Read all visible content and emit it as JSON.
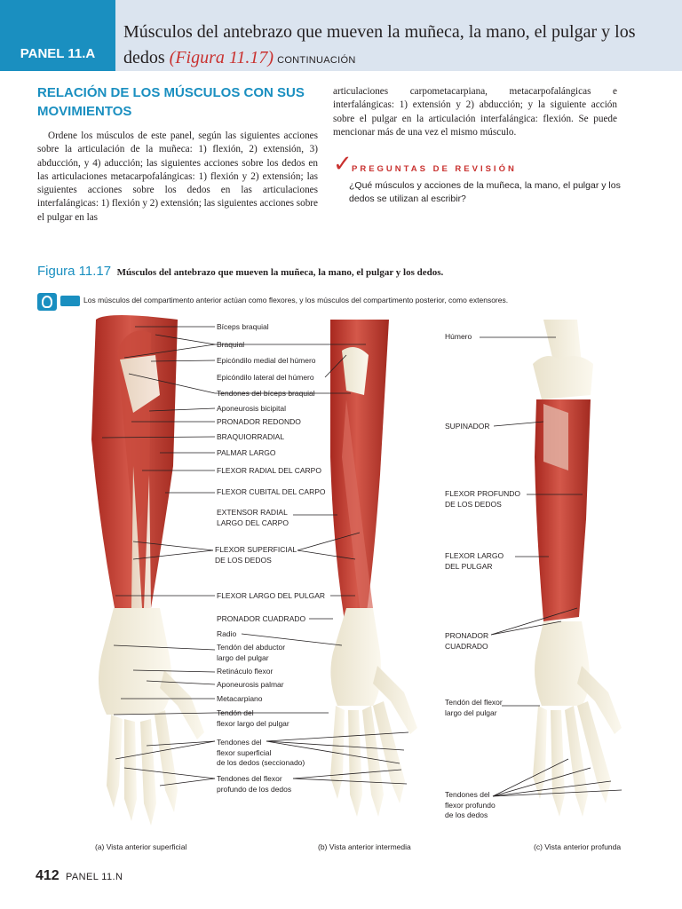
{
  "header": {
    "panel_label": "PANEL 11.A",
    "title_main": "Músculos del antebrazo que mueven la muñeca, la mano, el pulgar y los dedos",
    "title_fig_ref": "(Figura 11.17)",
    "title_continuation": "CONTINUACIÓN"
  },
  "section": {
    "heading": "RELACIÓN DE LOS MÚSCULOS CON SUS MOVIMIENTOS",
    "paragraph_left": "Ordene los músculos de este panel, según las siguientes acciones sobre la articulación de la muñeca: 1) flexión, 2) extensión, 3) abducción, y 4) aducción; las siguientes acciones sobre los dedos en las articulaciones metacarpofalángicas: 1) flexión y 2) extensión; las siguientes acciones sobre los dedos en las articulaciones interfalángicas: 1) flexión y 2) extensión; las siguientes acciones sobre el pulgar en las",
    "paragraph_right": "articulaciones carpometacarpiana, metacarpofalángicas e interfalángicas: 1) extensión y 2) abducción; y la siguiente acción sobre el pulgar en la articulación interfalángica: flexión. Se puede mencionar más de una vez el mismo músculo."
  },
  "review": {
    "check_glyph": "✓",
    "heading": "PREGUNTAS DE REVISIÓN",
    "question": "¿Qué músculos y acciones de la muñeca, la mano, el pulgar y los dedos se utilizan al escribir?"
  },
  "figure": {
    "number": "Figura 11.17",
    "caption": "Músculos del antebrazo que mueven la muñeca, la mano, el pulgar y los dedos.",
    "icon_name": "anatomy-overview-icon",
    "note": "Los músculos del compartimento anterior actúan como flexores, y los músculos del compartimento posterior, como extensores.",
    "labels_a": [
      "Bíceps braquial",
      "Braquial",
      "Epicóndilo medial del húmero",
      "Epicóndilo lateral del húmero",
      "Tendones del bíceps braquial",
      "Aponeurosis bicipital",
      "PRONADOR REDONDO",
      "BRAQUIORRADIAL",
      "PALMAR LARGO",
      "FLEXOR RADIAL DEL CARPO",
      "FLEXOR CUBITAL DEL CARPO",
      "EXTENSOR RADIAL\nLARGO DEL CARPO",
      "FLEXOR SUPERFICIAL\nDE LOS DEDOS",
      "FLEXOR LARGO DEL PULGAR",
      "PRONADOR CUADRADO",
      "Radio",
      "Tendón del abductor\nlargo del pulgar",
      "Retináculo flexor",
      "Aponeurosis palmar",
      "Metacarpiano",
      "Tendón del\nflexor largo del pulgar",
      "Tendones del\nflexor superficial\nde los dedos (seccionado)",
      "Tendones del flexor\nprofundo de los dedos"
    ],
    "labels_c": [
      "Húmero",
      "SUPINADOR",
      "FLEXOR PROFUNDO\nDE LOS DEDOS",
      "FLEXOR LARGO\nDEL PULGAR",
      "PRONADOR\nCUADRADO",
      "Tendón del flexor\nlargo del pulgar",
      "Tendones del\nflexor profundo\nde los dedos"
    ],
    "captions": [
      "(a) Vista anterior superficial",
      "(b) Vista anterior intermedia",
      "(c) Vista anterior profunda"
    ]
  },
  "footer": {
    "page_number": "412",
    "panel_ref": "PANEL 11.N"
  },
  "colors": {
    "accent_blue": "#1a8fc0",
    "header_bg": "#dbe4ef",
    "accent_red": "#c9312f",
    "muscle": "#c23a2e",
    "bone": "#ece8d8"
  }
}
